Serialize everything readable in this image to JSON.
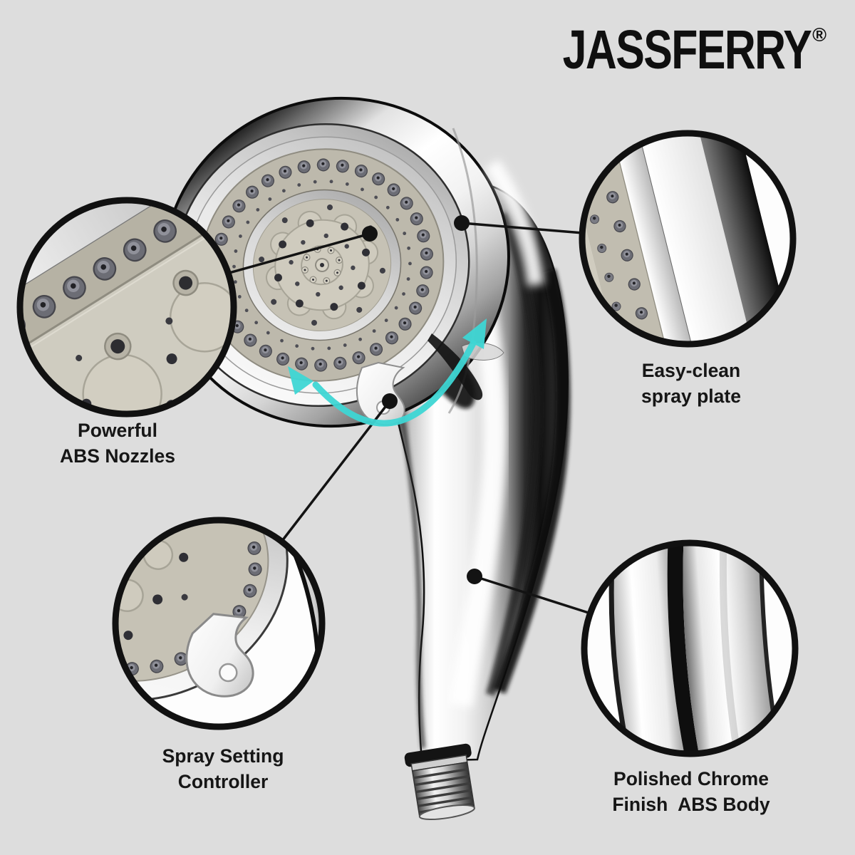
{
  "brand": {
    "name": "JASSFERRY",
    "registered_mark": "®"
  },
  "labels": {
    "nozzles": {
      "line1": "Powerful",
      "line2": "ABS Nozzles"
    },
    "spray_plate": {
      "line1": "Easy-clean",
      "line2": "spray plate"
    },
    "controller": {
      "line1": "Spray Setting",
      "line2": "Controller"
    },
    "body": {
      "line1": "Polished Chrome",
      "line2": "Finish  ABS Body"
    }
  },
  "icons": {
    "rotation_arrow": "rotation-arrow"
  },
  "colors": {
    "background": "#dddddd",
    "arrow_accent": "#3ed6d4",
    "text": "#161616",
    "leader_line": "#131313",
    "plate_beige": "#c6c2b5",
    "chrome_dark": "#111111"
  }
}
